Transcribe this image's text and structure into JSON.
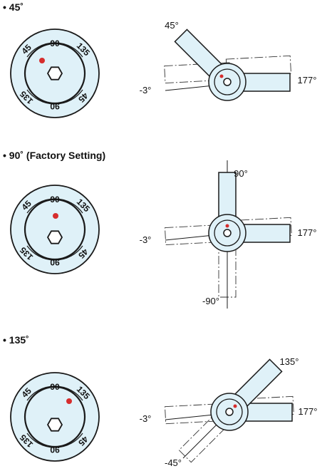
{
  "colors": {
    "fill": "#dff1f8",
    "stroke": "#1a1a1a",
    "marker": "#d62d2d"
  },
  "sections": [
    {
      "title": "• 45˚",
      "dial_labels": {
        "tl": "45",
        "top": "90",
        "tr": "135",
        "bl": "135",
        "bottom": "90",
        "br": "45"
      },
      "angle_labels": {
        "up": "45°",
        "left": "-3°",
        "right": "177°"
      }
    },
    {
      "title": "• 90˚ (Factory Setting)",
      "dial_labels": {
        "tl": "45",
        "top": "90",
        "tr": "135",
        "bl": "135",
        "bottom": "90",
        "br": "45"
      },
      "angle_labels": {
        "up": "90°",
        "left": "-3°",
        "right": "177°",
        "down": "-90°"
      }
    },
    {
      "title": "• 135˚",
      "dial_labels": {
        "tl": "45",
        "top": "90",
        "tr": "135",
        "bl": "135",
        "bottom": "90",
        "br": "45"
      },
      "angle_labels": {
        "up": "135°",
        "left": "-3°",
        "right": "177°",
        "down": "-45°"
      }
    }
  ]
}
